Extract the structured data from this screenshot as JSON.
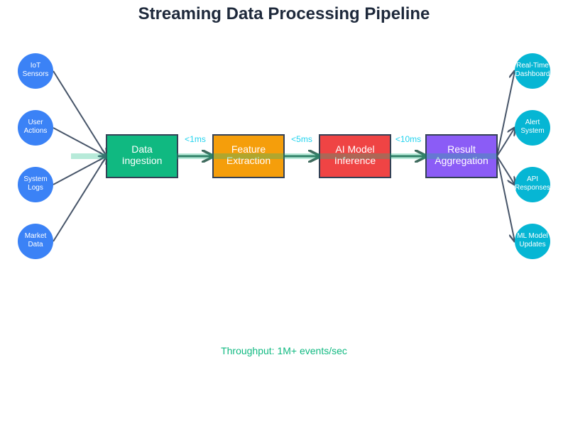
{
  "title": "Streaming Data Processing Pipeline",
  "footer": "Throughput: 1M+ events/sec",
  "colors": {
    "source": "#3b82f6",
    "sink": "#06b6d4",
    "edge": "#475569",
    "flow_highlight": "#10b981",
    "latency_text": "#22d3ee",
    "stage_border": "#334155"
  },
  "sources": [
    {
      "id": "iot",
      "lines": [
        "IoT",
        "Sensors"
      ]
    },
    {
      "id": "user",
      "lines": [
        "User",
        "Actions"
      ]
    },
    {
      "id": "logs",
      "lines": [
        "System",
        "Logs"
      ]
    },
    {
      "id": "market",
      "lines": [
        "Market",
        "Data"
      ]
    }
  ],
  "stages": [
    {
      "id": "ingest",
      "lines": [
        "Data",
        "Ingestion"
      ],
      "color": "#10b981"
    },
    {
      "id": "feature",
      "lines": [
        "Feature",
        "Extraction"
      ],
      "color": "#f59e0b"
    },
    {
      "id": "model",
      "lines": [
        "AI Model",
        "Inference"
      ],
      "color": "#ef4444"
    },
    {
      "id": "agg",
      "lines": [
        "Result",
        "Aggregation"
      ],
      "color": "#8b5cf6"
    }
  ],
  "latencies": [
    "<1ms",
    "<5ms",
    "<10ms"
  ],
  "sinks": [
    {
      "id": "dashboard",
      "lines": [
        "Real-Time",
        "Dashboard"
      ]
    },
    {
      "id": "alert",
      "lines": [
        "Alert",
        "System"
      ]
    },
    {
      "id": "api",
      "lines": [
        "API",
        "Responses"
      ]
    },
    {
      "id": "mlupdate",
      "lines": [
        "ML Model",
        "Updates"
      ]
    }
  ]
}
